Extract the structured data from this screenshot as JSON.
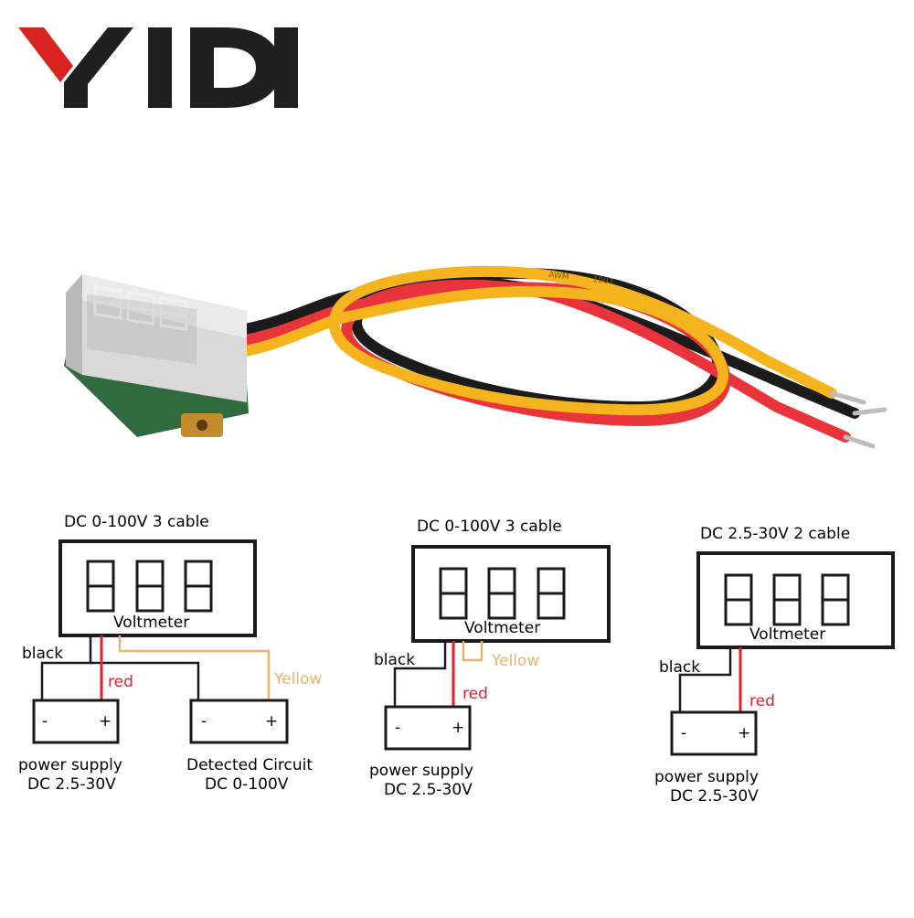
{
  "logo": {
    "text": "YIDI",
    "accent_color": "#d8231f",
    "color": "#1f1f1f"
  },
  "photo": {
    "cable_print_1": "AWM",
    "cable_print_2": "1007",
    "wire_colors": {
      "yellow": "#f5b31d",
      "red": "#e8343a",
      "black": "#1b1b1b"
    }
  },
  "diagrams": [
    {
      "title": "DC 0-100V 3 cable",
      "meter_label": "Voltmeter",
      "wires": {
        "black": "black",
        "red": "red",
        "yellow": "Yellow"
      },
      "supply": {
        "minus": "-",
        "plus": "+",
        "label": "power supply",
        "sublabel": "DC 2.5-30V"
      },
      "circuit": {
        "minus": "-",
        "plus": "+",
        "label": "Detected Circuit",
        "sublabel": "DC 0-100V"
      }
    },
    {
      "title": "DC 0-100V 3 cable",
      "meter_label": "Voltmeter",
      "wires": {
        "black": "black",
        "red": "red",
        "yellow": "Yellow"
      },
      "supply": {
        "minus": "-",
        "plus": "+",
        "label": "power supply",
        "sublabel": "DC 2.5-30V"
      }
    },
    {
      "title": "DC 2.5-30V 2 cable",
      "meter_label": "Voltmeter",
      "wires": {
        "black": "black",
        "red": "red"
      },
      "supply": {
        "minus": "-",
        "plus": "+",
        "label": "power supply",
        "sublabel": "DC 2.5-30V"
      }
    }
  ],
  "colors": {
    "red_wire": "#e0202a",
    "yellow_wire": "#e8b36a",
    "red_text": "#e0202a",
    "yellow_text": "#e8b36a",
    "line": "#1a1a1a"
  }
}
